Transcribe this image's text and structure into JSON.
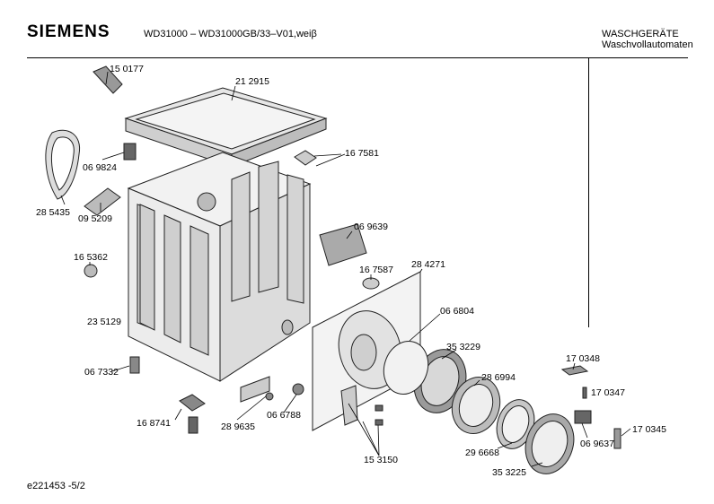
{
  "header": {
    "brand": "SIEMENS",
    "model": "WD31000 – WD31000GB/33–V01,weiβ",
    "category_line1": "WASCHGERÄTE",
    "category_line2": "Waschvollautomaten"
  },
  "footer": {
    "code": "e221453 -5/2"
  },
  "parts": [
    {
      "id": "p150177",
      "label": "15 0177"
    },
    {
      "id": "p212915",
      "label": "21 2915"
    },
    {
      "id": "p285435",
      "label": "28 5435"
    },
    {
      "id": "p069824",
      "label": "06 9824"
    },
    {
      "id": "p167581",
      "label": "16 7581"
    },
    {
      "id": "p095209",
      "label": "09 5209"
    },
    {
      "id": "p069639",
      "label": "06 9639"
    },
    {
      "id": "p165362",
      "label": "16 5362"
    },
    {
      "id": "p167587",
      "label": "16 7587"
    },
    {
      "id": "p284271",
      "label": "28 4271"
    },
    {
      "id": "p066804",
      "label": "06 6804"
    },
    {
      "id": "p235129",
      "label": "23 5129"
    },
    {
      "id": "p353229",
      "label": "35 3229"
    },
    {
      "id": "p170348",
      "label": "17 0348"
    },
    {
      "id": "p067332",
      "label": "06 7332"
    },
    {
      "id": "p286994",
      "label": "28 6994"
    },
    {
      "id": "p170347",
      "label": "17 0347"
    },
    {
      "id": "p168741",
      "label": "16 8741"
    },
    {
      "id": "p289635",
      "label": "28 9635"
    },
    {
      "id": "p066788",
      "label": "06 6788"
    },
    {
      "id": "p296668",
      "label": "29 6668"
    },
    {
      "id": "p069637",
      "label": "06 9637"
    },
    {
      "id": "p170345",
      "label": "17 0345"
    },
    {
      "id": "p153150",
      "label": "15 3150"
    },
    {
      "id": "p353225",
      "label": "35 3225"
    }
  ]
}
